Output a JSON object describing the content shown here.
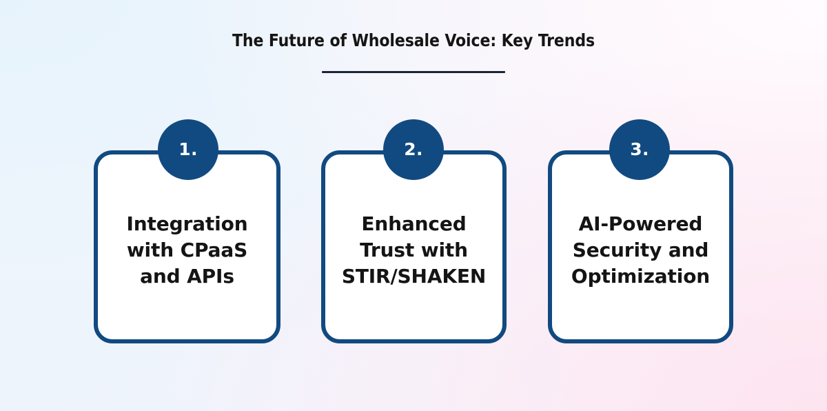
{
  "header": {
    "title": "The Future of Wholesale Voice: Key Trends",
    "rule": "title-divider"
  },
  "theme": {
    "accent_navy": "#114a80",
    "text_dark": "#141414",
    "card_background": "#ffffff",
    "rule_color": "#1b2435",
    "bg_top_left": "#eaf3fc",
    "bg_top_right": "#fefcfe",
    "bg_bottom_left": "#eff3fc",
    "bg_bottom_right": "#fdeef5"
  },
  "cards": [
    {
      "badge": "1.",
      "text": "Integration\nwith CPaaS\nand APIs"
    },
    {
      "badge": "2.",
      "text": "Enhanced\nTrust with\nSTIR/SHAKEN"
    },
    {
      "badge": "3.",
      "text": "AI-Powered\nSecurity and\nOptimization"
    }
  ]
}
